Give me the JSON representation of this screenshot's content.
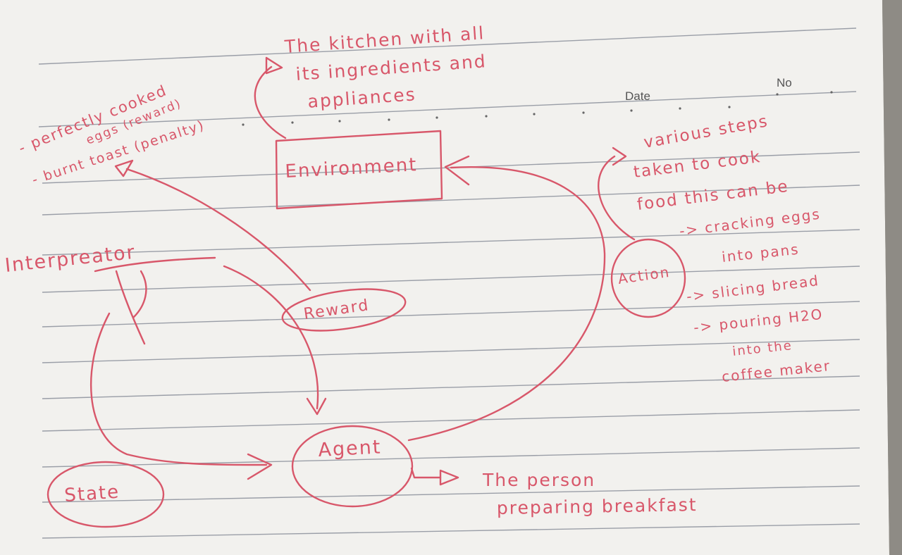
{
  "header": {
    "date_label": "Date",
    "no_label": "No"
  },
  "nodes": {
    "environment": "Environment",
    "agent": "Agent",
    "action": "Action",
    "reward": "Reward",
    "state": "State",
    "interpreter": "Interpreator"
  },
  "notes": {
    "environment": [
      "The kitchen with all",
      "its ingredients and",
      "appliances"
    ],
    "reward": [
      "- perfectly cooked",
      "eggs (reward)",
      "- burnt toast (penalty)"
    ],
    "action": [
      "various steps",
      "taken to cook",
      "food this can be",
      "-> cracking eggs",
      "into pans",
      "-> slicing bread",
      "-> pouring H2O",
      "into the",
      "coffee maker"
    ],
    "agent": [
      "The person",
      "preparing breakfast"
    ]
  },
  "colors": {
    "ink": "#d8576a",
    "paper": "#f2f1ee",
    "rule": "#7d8390"
  }
}
